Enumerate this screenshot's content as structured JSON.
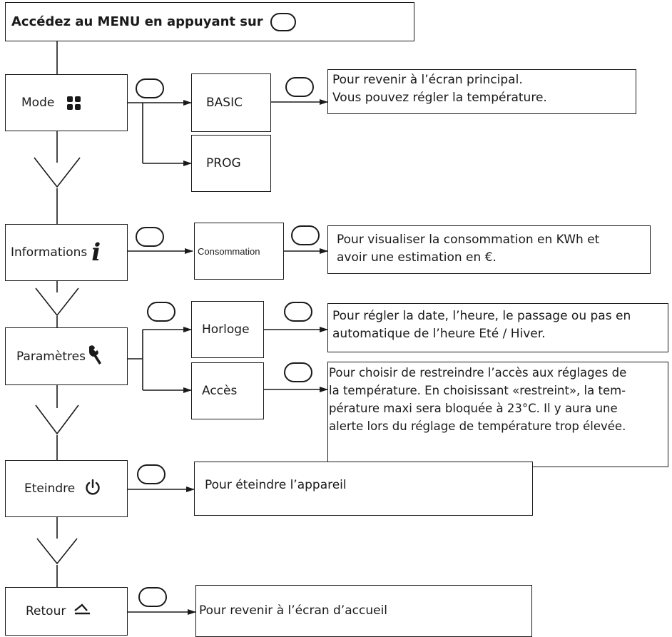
{
  "header": {
    "text": "Accédez au MENU en appuyant sur"
  },
  "menu": {
    "mode": "Mode",
    "informations": "Informations",
    "parametres": "Paramètres",
    "eteindre": "Eteindre",
    "retour": "Retour"
  },
  "options": {
    "basic": "BASIC",
    "prog": "PROG",
    "consommation": "Consommation",
    "horloge": "Horloge",
    "acces": "Accès"
  },
  "descriptions": {
    "basic": [
      "Pour revenir à l’écran principal.",
      "Vous pouvez régler la température."
    ],
    "consommation": [
      "Pour visualiser la consommation en KWh et",
      "avoir une estimation en €."
    ],
    "horloge": [
      "Pour régler la date, l’heure, le passage ou pas en",
      "automatique de l’heure Eté / Hiver."
    ],
    "acces": [
      "Pour choisir de restreindre l’accès aux réglages de",
      "la température. En choisissant «restreint», la tem-",
      "pérature maxi sera bloquée à 23°C. Il y aura une",
      "alerte lors du réglage de température trop élevée."
    ],
    "eteindre": [
      "Pour éteindre l’appareil"
    ],
    "retour": [
      "Pour revenir à l’écran d’accueil"
    ]
  },
  "icons": {
    "button": "oval-button-icon",
    "mode": "four-squares-icon",
    "informations": "italic-i-icon",
    "parametres": "wrench-icon",
    "eteindre": "power-icon",
    "retour": "return-arrow-icon"
  }
}
